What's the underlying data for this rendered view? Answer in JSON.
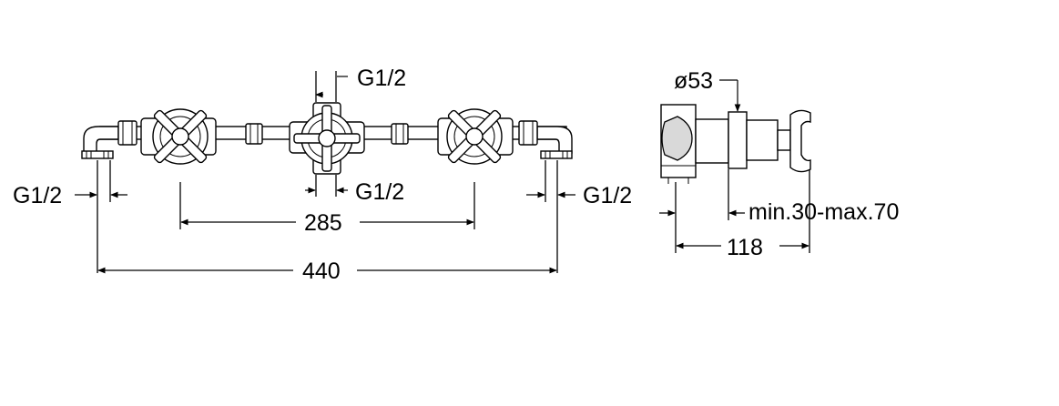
{
  "labels": {
    "g12_top": "G1/2",
    "g12_bottom": "G1/2",
    "g12_left": "G1/2",
    "g12_right": "G1/2",
    "dim_285": "285",
    "dim_440": "440",
    "dia_53": "ø53",
    "min_max": "min.30-max.70",
    "dim_118": "118"
  }
}
